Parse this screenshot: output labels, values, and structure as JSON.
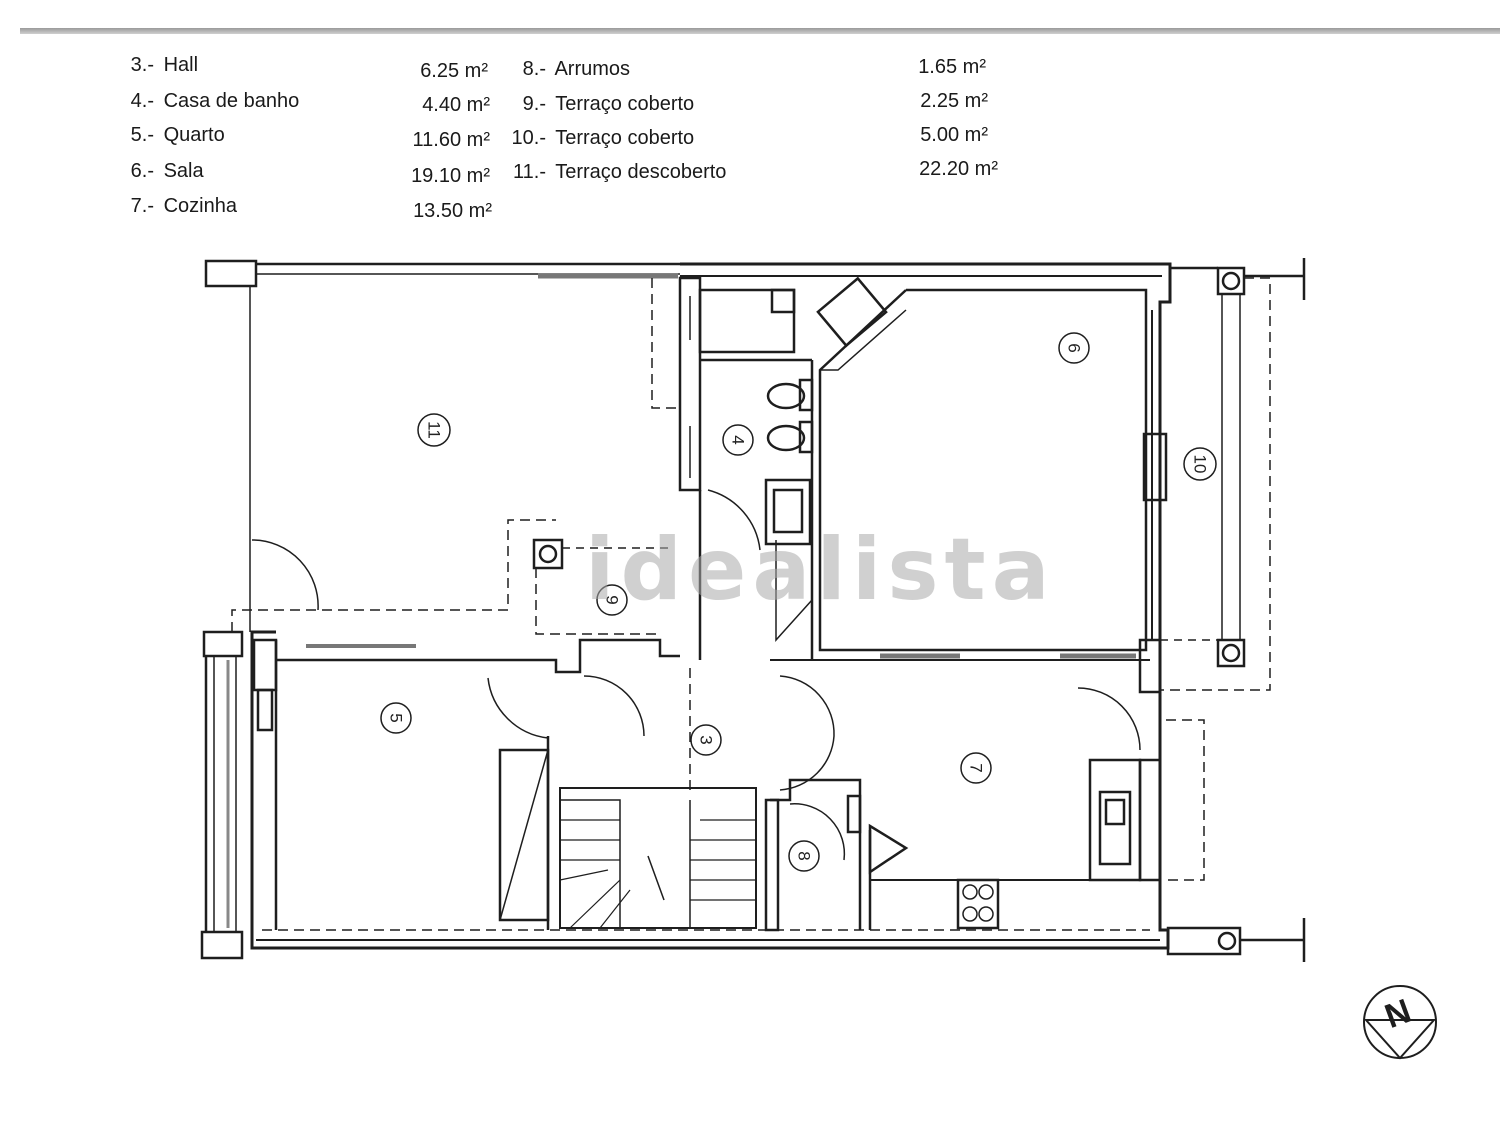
{
  "legend": {
    "left": [
      {
        "num": "3.-",
        "name": "Hall",
        "area": "6.25 m²"
      },
      {
        "num": "4.-",
        "name": "Casa de banho",
        "area": "4.40 m²"
      },
      {
        "num": "5.-",
        "name": "Quarto",
        "area": "11.60 m²"
      },
      {
        "num": "6.-",
        "name": "Sala",
        "area": "19.10 m²"
      },
      {
        "num": "7.-",
        "name": "Cozinha",
        "area": "13.50 m²"
      }
    ],
    "right": [
      {
        "num": "8.-",
        "name": "Arrumos",
        "area": "1.65 m²"
      },
      {
        "num": "9.-",
        "name": "Terraço coberto",
        "area": "2.25 m²"
      },
      {
        "num": "10.-",
        "name": "Terraço coberto",
        "area": "5.00 m²"
      },
      {
        "num": "11.-",
        "name": "Terraço descoberto",
        "area": "22.20 m²"
      }
    ]
  },
  "rooms": {
    "r3": "3",
    "r4": "4",
    "r5": "5",
    "r6": "6",
    "r7": "7",
    "r8": "8",
    "r9": "9",
    "r10": "10",
    "r11": "11"
  },
  "compass": {
    "label": "N"
  },
  "watermark": "idealista",
  "colors": {
    "line": "#1e1e1e",
    "watermark": "#aaaaaa"
  }
}
